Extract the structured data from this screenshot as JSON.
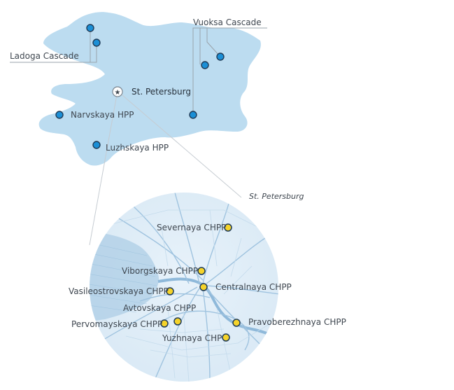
{
  "region": {
    "city": "St. Petersburg",
    "cascades": [
      "Ladoga Cascade",
      "Vuoksa Cascade"
    ],
    "plants": [
      "Narvskaya HPP",
      "Luzhskaya HPP"
    ]
  },
  "inset": {
    "title": "St. Petersburg",
    "plants": [
      "Severnaya CHPP",
      "Viborgskaya CHPP",
      "Centralnaya CHPP",
      "Vasileostrovskaya CHPP",
      "Avtovskaya CHPP",
      "Pervomayskaya CHPP",
      "Pravoberezhnaya CHPP",
      "Yuzhnaya CHP"
    ]
  },
  "colors": {
    "land": "#bcdcf0",
    "hpp_marker": "#1b8fd6",
    "chpp_marker": "#f5d32a",
    "marker_stroke": "#1f3b57",
    "leader_line": "#9aa3ab"
  }
}
